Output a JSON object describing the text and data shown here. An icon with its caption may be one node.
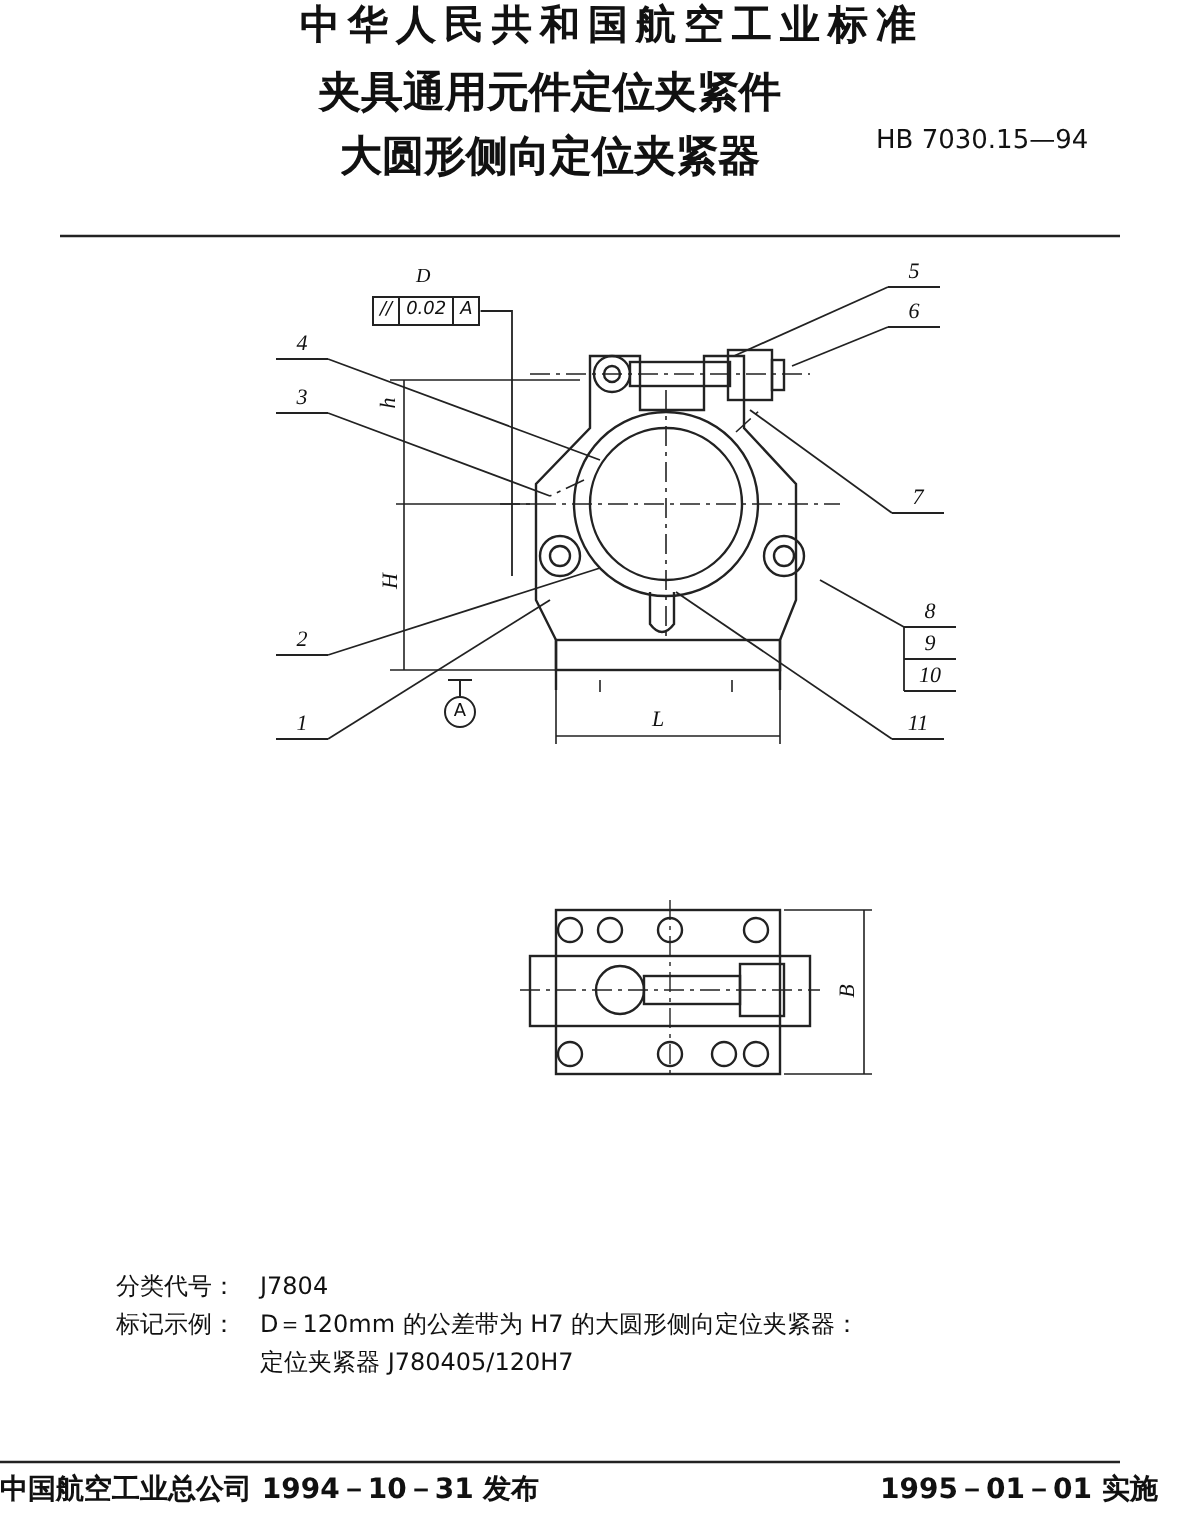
{
  "diagram": {
    "title": "夹具通用元件定位夹紧件大圆形侧向定位夹紧器",
    "nodes": [
      {
        "text": [
          "5"
        ]
      },
      {
        "text": [
          "6"
        ]
      },
      {
        "text": [
          "4"
        ]
      },
      {
        "text": [
          "3"
        ]
      },
      {
        "text": [
          "7"
        ]
      },
      {
        "text": [
          "8"
        ]
      },
      {
        "text": [
          "9"
        ]
      },
      {
        "text": [
          "10"
        ]
      },
      {
        "text": [
          "2"
        ]
      },
      {
        "text": [
          "1"
        ]
      },
      {
        "text": [
          "11"
        ]
      },
      {
        "text": [
          "//",
          "0.02",
          "A"
        ],
        "beside": [
          "D"
        ]
      },
      {
        "text": [
          "A"
        ]
      }
    ],
    "edges": [
      {
        "from": 0,
        "to": null,
        "arrow": "none"
      },
      {
        "from": 1,
        "to": null,
        "arrow": "none"
      },
      {
        "from": 2,
        "to": null,
        "arrow": "none"
      },
      {
        "from": 3,
        "to": null,
        "arrow": "none"
      },
      {
        "from": 4,
        "to": null,
        "arrow": "none"
      },
      {
        "from": 5,
        "to": null,
        "arrow": "none"
      },
      {
        "from": 8,
        "to": null,
        "arrow": "none"
      },
      {
        "from": 9,
        "to": null,
        "arrow": "none"
      },
      {
        "from": 10,
        "to": null,
        "arrow": "none"
      },
      {
        "from": 11,
        "to": null,
        "arrow": "none"
      },
      {
        "from": 5,
        "to": 6,
        "arrow": "none"
      },
      {
        "from": 6,
        "to": 7,
        "arrow": "none"
      }
    ],
    "labels": [
      "中华人民共和国航空工业标准",
      "HB 7030.15—94",
      "h",
      "H",
      "L",
      "B",
      "分类代号：",
      "J7804",
      "标记示例：",
      "D＝120mm 的公差带为 H7 的大圆形侧向定位夹紧器：",
      "定位夹紧器 J780405/120H7",
      "中国航空工业总公司 1994－10－31 发布",
      "1995－01－01 实施"
    ]
  }
}
